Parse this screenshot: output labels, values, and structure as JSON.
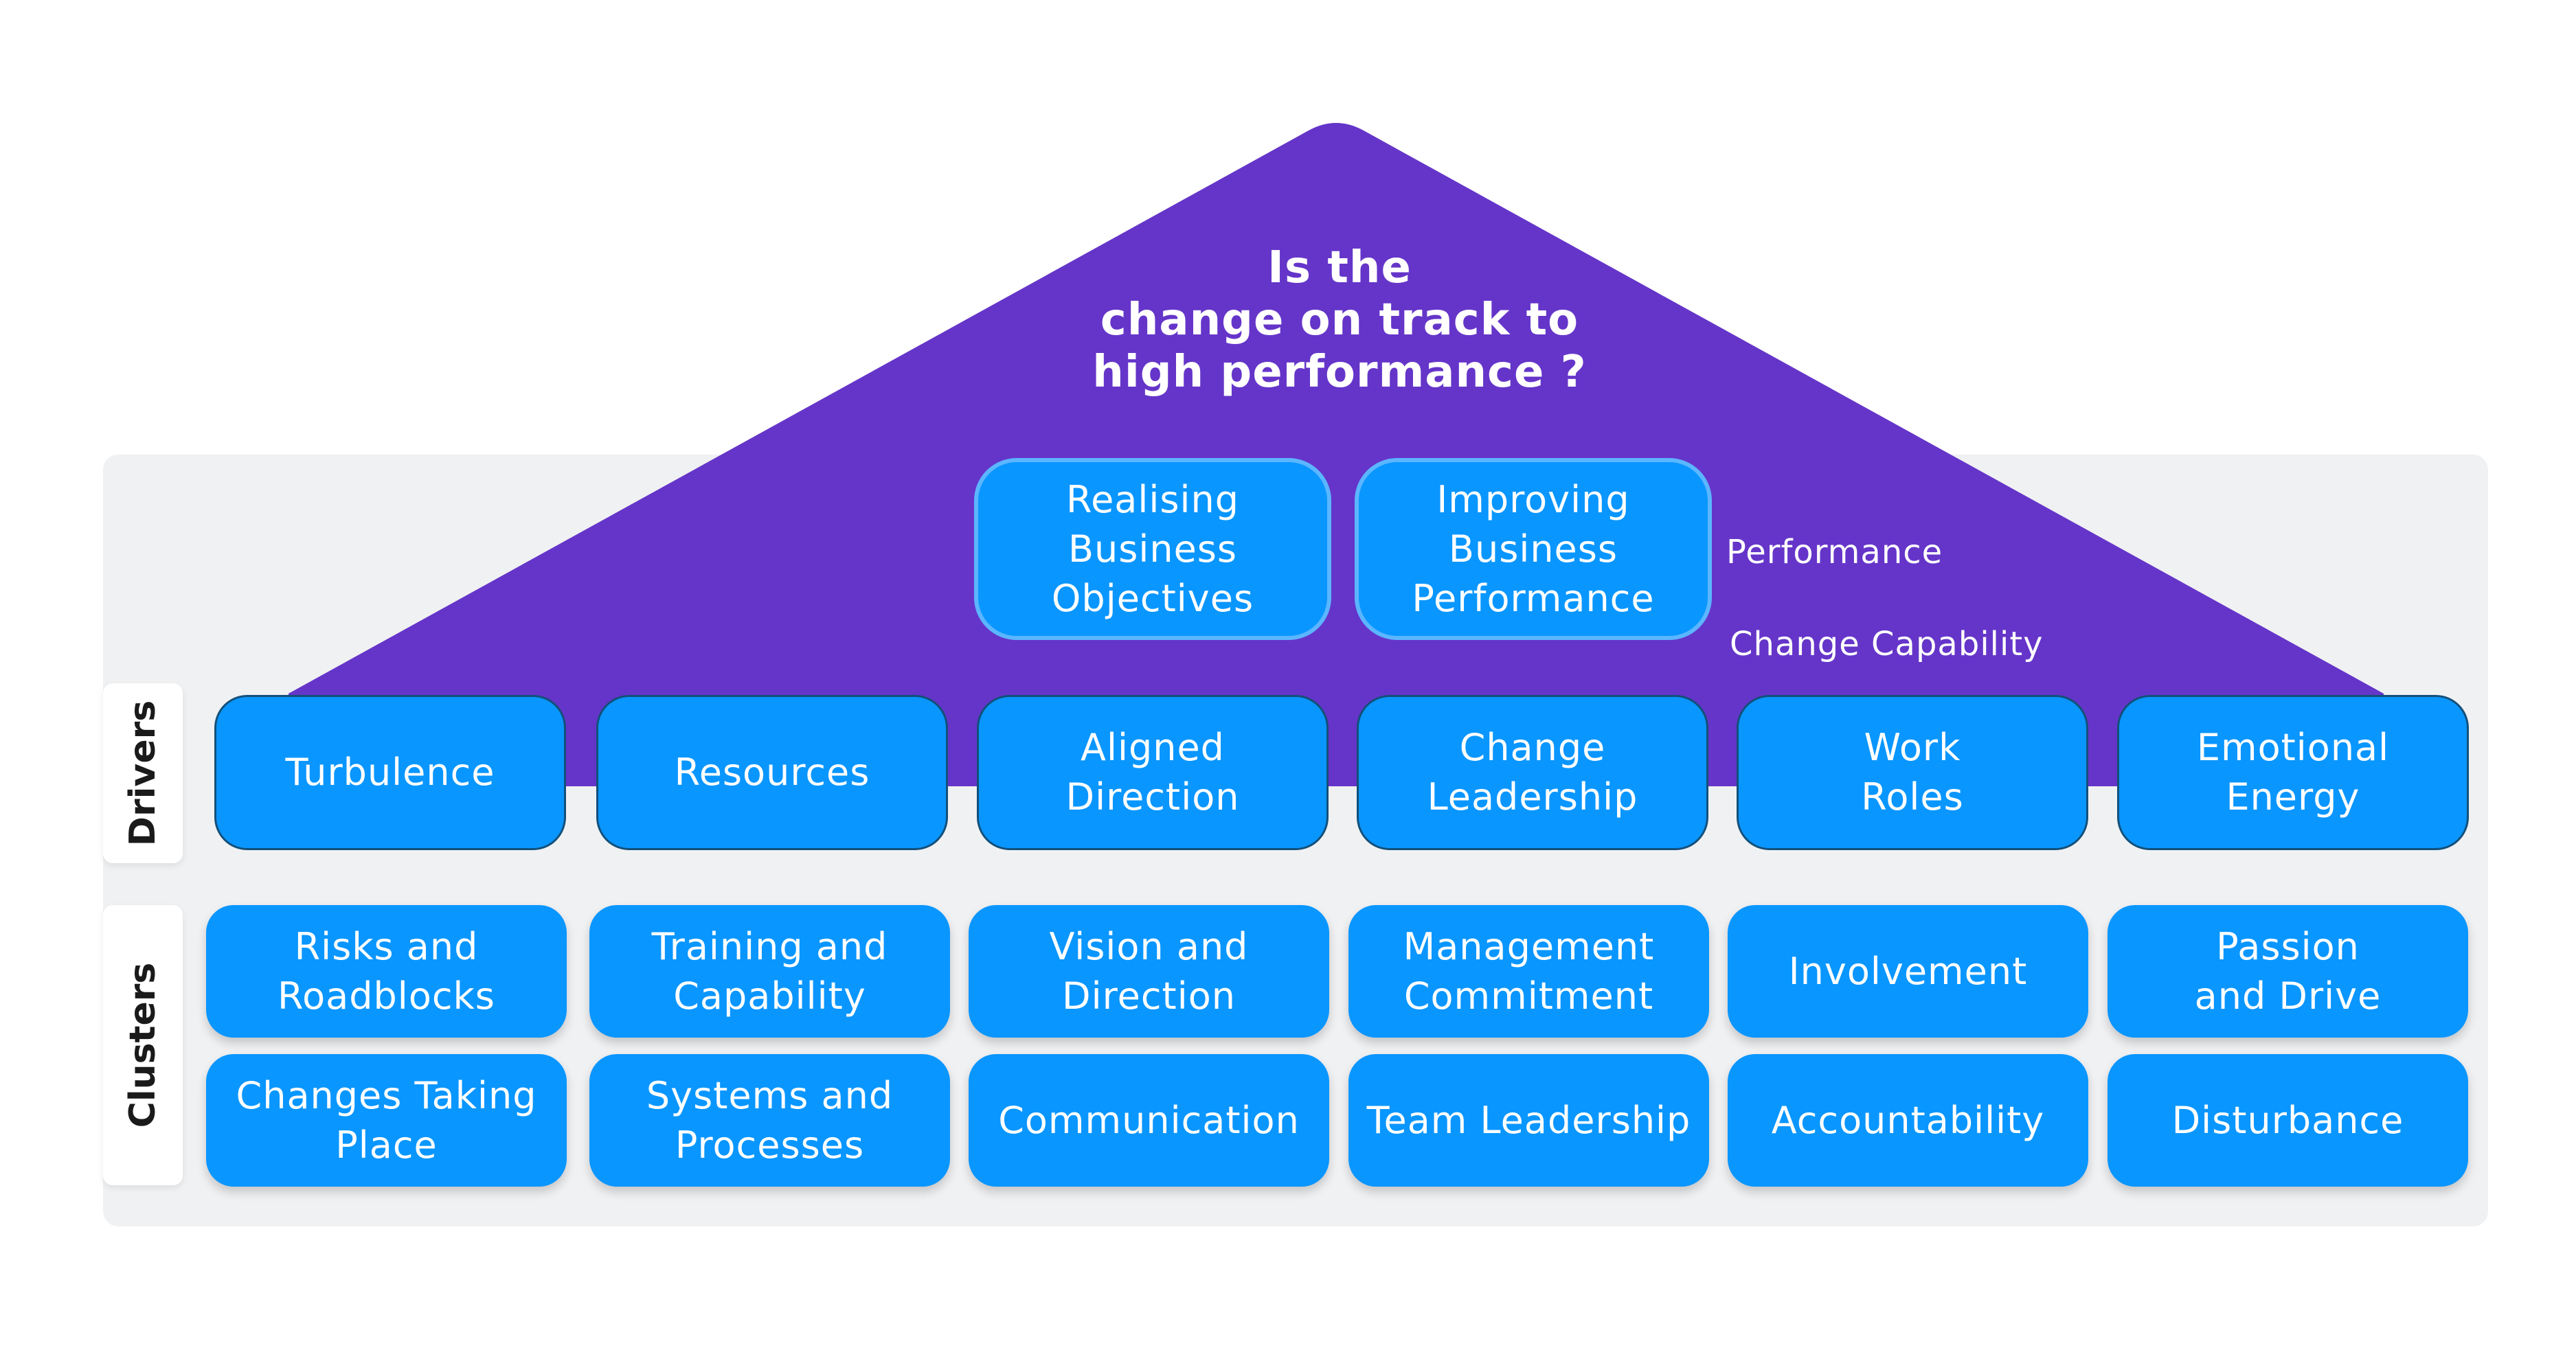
{
  "colors": {
    "roof": "#6535c9",
    "box": "#0a96ff",
    "panel": "#f0f1f3"
  },
  "title": "Is the\nchange on track to\nhigh performance ?",
  "objectives": [
    "Realising\nBusiness\nObjectives",
    "Improving\nBusiness\nPerformance"
  ],
  "levels": {
    "performance": "Performance",
    "change_capability": "Change Capability"
  },
  "side_labels": {
    "drivers": "Drivers",
    "clusters": "Clusters"
  },
  "drivers": [
    "Turbulence",
    "Resources",
    "Aligned\nDirection",
    "Change\nLeadership",
    "Work\nRoles",
    "Emotional\nEnergy"
  ],
  "clusters_row1": [
    "Risks and\nRoadblocks",
    "Training and\nCapability",
    "Vision and\nDirection",
    "Management\nCommitment",
    "Involvement",
    "Passion\nand Drive"
  ],
  "clusters_row2": [
    "Changes Taking\nPlace",
    "Systems and\nProcesses",
    "Communication",
    "Team Leadership",
    "Accountability",
    "Disturbance"
  ]
}
